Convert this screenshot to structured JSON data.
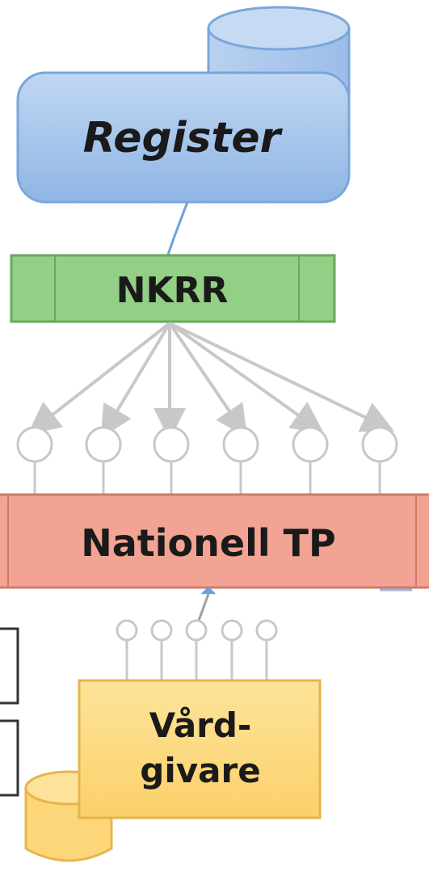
{
  "nodes": {
    "register": {
      "label": "Register"
    },
    "nkrr": {
      "label": "NKRR"
    },
    "nationell_tp": {
      "label": "Nationell TP"
    },
    "vardgivare": {
      "line1": "Vård-",
      "line2": "givare"
    }
  },
  "colors": {
    "register_fill": "#a7c7ea",
    "register_stroke": "#5b8fd3",
    "nkrr_fill": "#93cf85",
    "nkrr_stroke": "#6aa85c",
    "tp_fill": "#f2a393",
    "tp_stroke": "#cf7b68",
    "vardgivare_fill": "#fcd678",
    "vardgivare_stroke": "#e6b54b",
    "arrow": "#c8c8c8",
    "connector_blue": "#6fa0d8"
  },
  "icons": [
    "database-cylinder",
    "service-port-circle",
    "arrow-down"
  ]
}
